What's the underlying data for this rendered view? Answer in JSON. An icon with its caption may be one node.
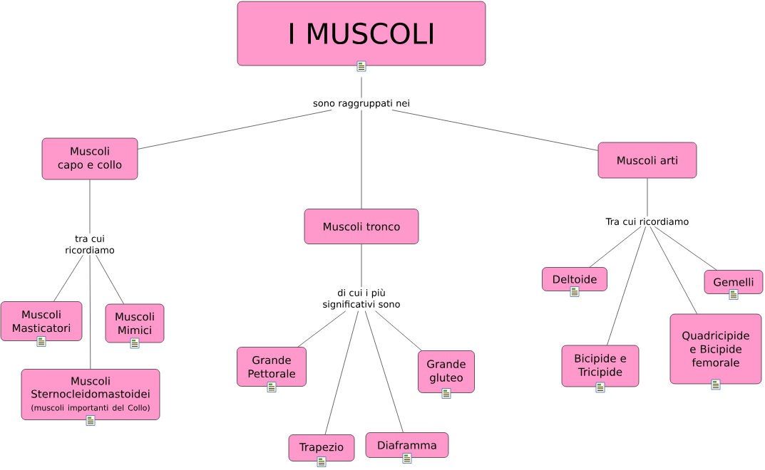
{
  "diagram": {
    "nodes": [
      {
        "text": [
          "I MUSCOLI"
        ]
      },
      {
        "text": [
          "sono raggruppati nei"
        ]
      },
      {
        "text": [
          "Muscoli capo e collo"
        ]
      },
      {
        "text": [
          "Muscoli tronco"
        ]
      },
      {
        "text": [
          "Muscoli arti"
        ]
      },
      {
        "text": [
          "tra cui ricordiamo"
        ]
      },
      {
        "text": [
          "Muscoli Masticatori"
        ]
      },
      {
        "text": [
          "Muscoli Mimici"
        ]
      },
      {
        "text": [
          "Muscoli Sternocleidomastoidei",
          "(muscoli importanti del Collo)"
        ]
      },
      {
        "text": [
          "di cui i più significativi sono"
        ]
      },
      {
        "text": [
          "Grande Pettorale"
        ]
      },
      {
        "text": [
          "Grande gluteo"
        ]
      },
      {
        "text": [
          "Trapezio"
        ]
      },
      {
        "text": [
          "Diaframma"
        ]
      },
      {
        "text": [
          "Tra cui ricordiamo"
        ]
      },
      {
        "text": [
          "Deltoide"
        ]
      },
      {
        "text": [
          "Gemelli"
        ]
      },
      {
        "text": [
          "Bicipide e Tricipide"
        ]
      },
      {
        "text": [
          "Quadricipide e Bicipide femorale"
        ]
      }
    ],
    "edges": [
      {
        "from": 0,
        "to": 1,
        "arrow": "none"
      },
      {
        "from": 1,
        "to": 2,
        "arrow": "none"
      },
      {
        "from": 1,
        "to": 3,
        "arrow": "none"
      },
      {
        "from": 1,
        "to": 4,
        "arrow": "none"
      },
      {
        "from": 2,
        "to": 5,
        "arrow": "none"
      },
      {
        "from": 5,
        "to": 6,
        "arrow": "none"
      },
      {
        "from": 5,
        "to": 7,
        "arrow": "none"
      },
      {
        "from": 5,
        "to": 8,
        "arrow": "none"
      },
      {
        "from": 3,
        "to": 9,
        "arrow": "none"
      },
      {
        "from": 9,
        "to": 10,
        "arrow": "none"
      },
      {
        "from": 9,
        "to": 11,
        "arrow": "none"
      },
      {
        "from": 9,
        "to": 12,
        "arrow": "none"
      },
      {
        "from": 9,
        "to": 13,
        "arrow": "none"
      },
      {
        "from": 4,
        "to": 14,
        "arrow": "none"
      },
      {
        "from": 14,
        "to": 15,
        "arrow": "none"
      },
      {
        "from": 14,
        "to": 16,
        "arrow": "none"
      },
      {
        "from": 14,
        "to": 17,
        "arrow": "none"
      },
      {
        "from": 14,
        "to": 18,
        "arrow": "none"
      }
    ]
  }
}
